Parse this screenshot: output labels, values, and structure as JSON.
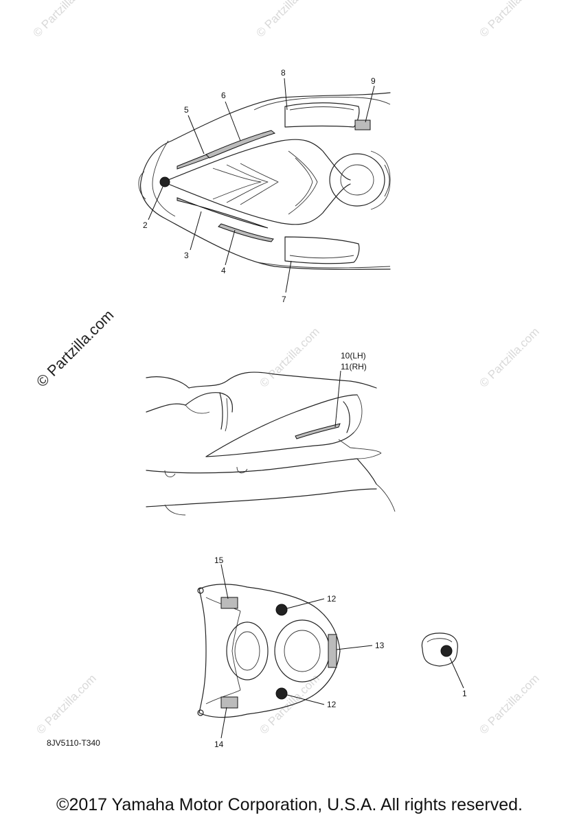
{
  "watermark": {
    "small_text": "© Partzilla.com",
    "large_text": "© Partzilla.com"
  },
  "diagram": {
    "code": "8JV5110-T340",
    "callouts": {
      "c1": "1",
      "c2": "2",
      "c3": "3",
      "c4": "4",
      "c5": "5",
      "c6": "6",
      "c7": "7",
      "c8": "8",
      "c9": "9",
      "c10": "10(LH)",
      "c11": "11(RH)",
      "c12a": "12",
      "c12b": "12",
      "c13": "13",
      "c14": "14",
      "c15": "15"
    }
  },
  "footer": {
    "copyright": "©2017 Yamaha Motor Corporation, U.S.A. All rights reserved."
  },
  "colors": {
    "line": "#222222",
    "watermark": "#d9d9d9",
    "background": "#ffffff"
  }
}
